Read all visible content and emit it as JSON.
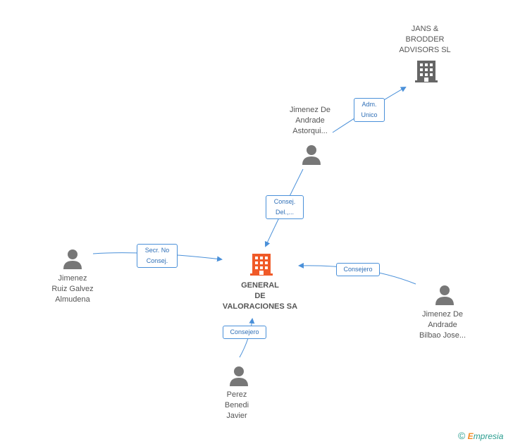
{
  "nodes": {
    "jans": {
      "lines": [
        "JANS &",
        "BRODDER",
        "ADVISORS  SL"
      ],
      "icon": "building-icon",
      "color": "#666666"
    },
    "astorqui": {
      "lines": [
        "Jimenez De",
        "Andrade",
        "Astorqui..."
      ],
      "icon": "person-icon"
    },
    "ruiz": {
      "lines": [
        "Jimenez",
        "Ruiz Galvez",
        "Almudena"
      ],
      "icon": "person-icon"
    },
    "center": {
      "lines": [
        "GENERAL",
        "DE",
        "VALORACIONES SA"
      ],
      "icon": "building-icon",
      "color": "#f05a28"
    },
    "bilbao": {
      "lines": [
        "Jimenez De",
        "Andrade",
        "Bilbao Jose..."
      ],
      "icon": "person-icon"
    },
    "perez": {
      "lines": [
        "Perez",
        "Benedi",
        "Javier"
      ],
      "icon": "person-icon"
    }
  },
  "relations": {
    "adm": [
      "Adm.",
      "Unico"
    ],
    "consej_del": [
      "Consej.",
      "Del.,..."
    ],
    "secr": [
      "Secr.  No",
      "Consej."
    ],
    "consejero_right": [
      "Consejero"
    ],
    "consejero_bottom": [
      "Consejero"
    ]
  },
  "footer": {
    "copyright": "©",
    "brand_initial": "E",
    "brand_rest": "mpresia"
  },
  "colors": {
    "link": "#4a90d9",
    "person": "#777777"
  }
}
